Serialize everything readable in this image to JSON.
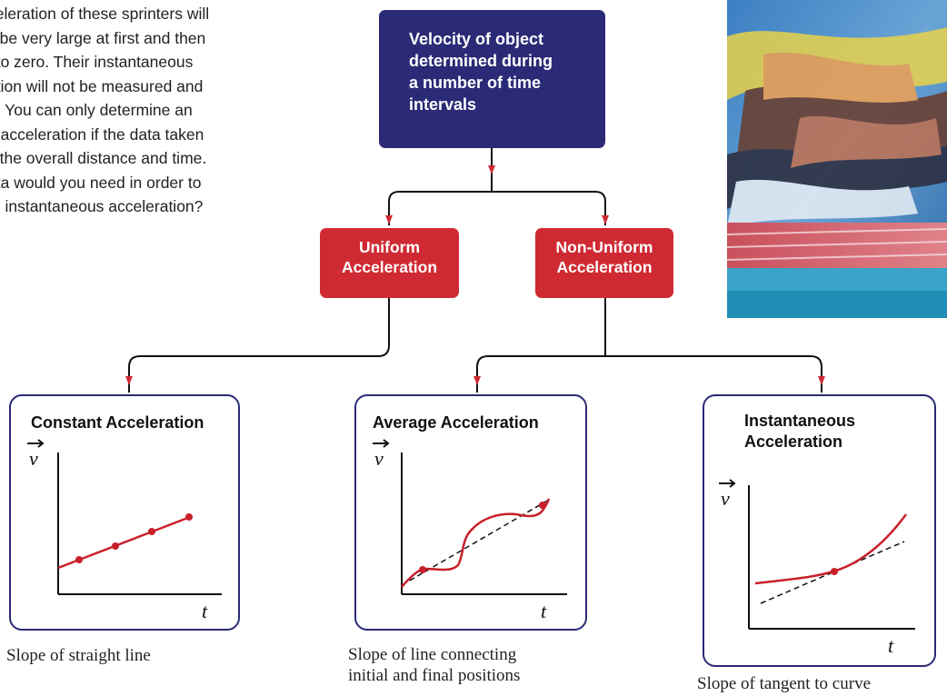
{
  "intro_lines": [
    "celeration of these sprinters will",
    "y be very large at first and then",
    "f to zero. Their instantaneous",
    "ation will not be measured and",
    "d. You can only determine an",
    "e acceleration if the data taken",
    "y the overall distance and time.",
    "ata would you need in order to",
    "te instantaneous acceleration?"
  ],
  "top_node": {
    "lines": [
      "Velocity of object",
      "determined during",
      "a number of time",
      "intervals"
    ]
  },
  "uniform_node": {
    "lines": [
      "Uniform",
      "Acceleration"
    ]
  },
  "nonuniform_node": {
    "lines": [
      "Non-Uniform",
      "Acceleration"
    ]
  },
  "cards": {
    "constant": {
      "title": "Constant Acceleration",
      "ylabel": "v",
      "xlabel": "t",
      "caption": "Slope of straight line"
    },
    "average": {
      "title": "Average Acceleration",
      "ylabel": "v",
      "xlabel": "t",
      "caption_lines": [
        "Slope of line connecting",
        "initial and final positions"
      ]
    },
    "instantaneous": {
      "title_lines": [
        "Instantaneous",
        "Acceleration"
      ],
      "ylabel": "v",
      "xlabel": "t",
      "caption": "Slope of tangent to curve"
    }
  },
  "colors": {
    "navy": "#2b2a76",
    "red": "#cf2a33",
    "curve": "#c8202b"
  }
}
